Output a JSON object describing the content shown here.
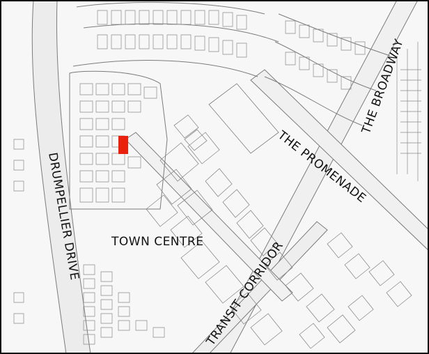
{
  "map": {
    "labels": {
      "broadway": "THE BROADWAY",
      "promenade": "THE PROMENADE",
      "drumpellier": "DRUMPELLIER DRIVE",
      "town_centre": "TOWN CENTRE",
      "transit": "TRANSIT CORRIDOR"
    },
    "colors": {
      "background": "#ffffff",
      "road_fill": "#f3f3f3",
      "lot_stroke": "#8a8a8a",
      "frame": "#111111",
      "site_marker": "#e8200c"
    }
  }
}
